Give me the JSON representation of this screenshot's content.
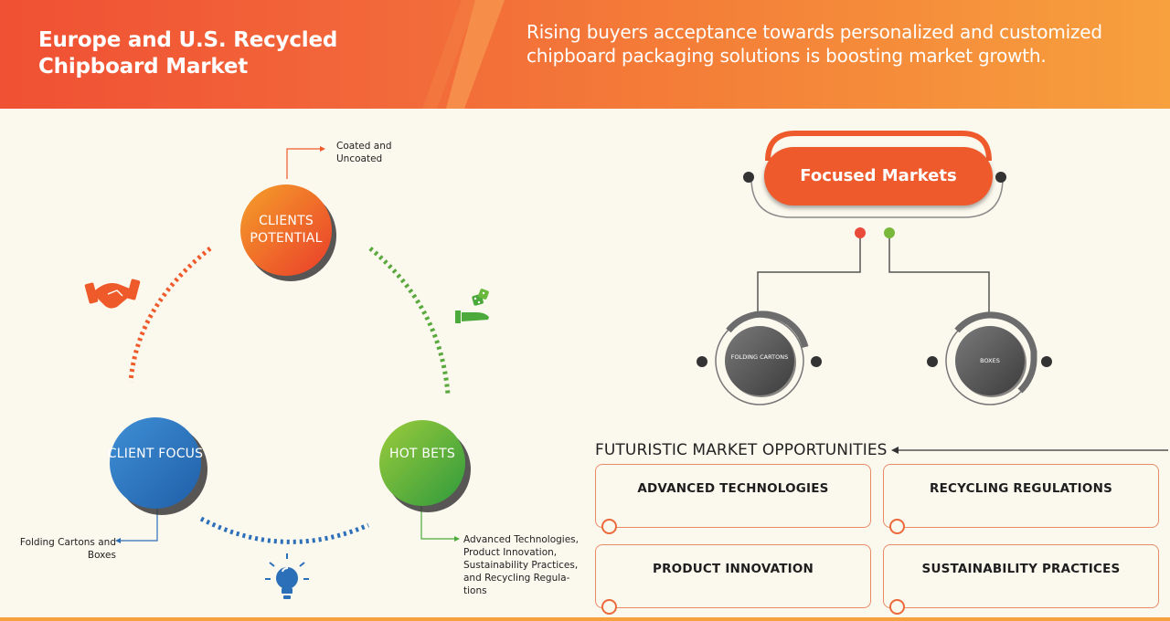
{
  "header": {
    "title": "Europe and U.S. Recycled Chipboard Market",
    "tagline": "Rising buyers acceptance towards personalized and customized chipboard packaging solutions is boosting market growth."
  },
  "cycle": {
    "clients_potential": {
      "label": "CLIENTS POTENTIAL",
      "note": [
        "Coated and",
        "Uncoated"
      ]
    },
    "client_focus": {
      "label": "CLIENT FOCUS",
      "note": [
        "Folding Cartons and",
        "Boxes"
      ]
    },
    "hot_bets": {
      "label": "HOT BETS",
      "note": [
        "Advanced Technologies,",
        "Product Innovation,",
        "Sustainability Practices,",
        "and Recycling Regula-",
        "tions"
      ]
    },
    "icons": [
      "handshake-icon",
      "dice-in-hand-icon",
      "lightbulb-icon"
    ]
  },
  "focused_markets": {
    "title": "Focused Markets",
    "markets": [
      "FOLDING CARTONS",
      "BOXES"
    ]
  },
  "opportunities": {
    "title": "FUTURISTIC MARKET OPPORTUNITIES",
    "items": [
      "ADVANCED TECHNOLOGIES",
      "RECYCLING REGULATIONS",
      "PRODUCT INNOVATION",
      "SUSTAINABILITY PRACTICES"
    ]
  },
  "colors": {
    "orange": "#ee5a2c",
    "green": "#4caa3c",
    "blue": "#2c6fb9",
    "header_start": "#f05033",
    "header_end": "#f7a03e",
    "background": "#fbf8ee"
  }
}
